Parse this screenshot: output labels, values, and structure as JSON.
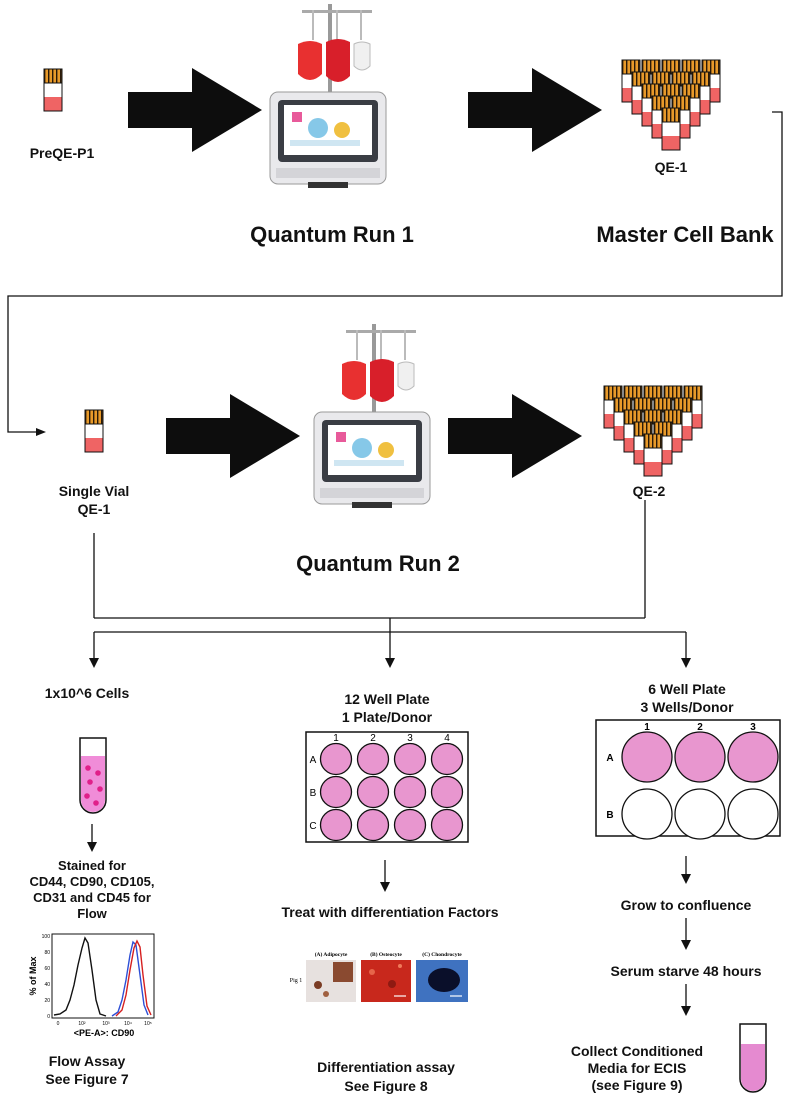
{
  "top_flow": {
    "source_vial_label": "PreQE-P1",
    "run_label": "Quantum Run 1",
    "bank_vials_label": "QE-1",
    "bank_label": "Master Cell Bank"
  },
  "second_flow": {
    "single_vial_line1": "Single Vial",
    "single_vial_line2": "QE-1",
    "run_label": "Quantum Run 2",
    "bank_vials_label": "QE-2"
  },
  "flow_branch": {
    "title": "1x10^6 Cells",
    "stained_lines": [
      "Stained for",
      "CD44, CD90, CD105,",
      "CD31 and CD45 for",
      "Flow"
    ],
    "histogram": {
      "ylabel": "% of Max",
      "xlabel": "<PE-A>: CD90",
      "y_ticks": [
        "100",
        "80",
        "60",
        "40",
        "20",
        "0"
      ],
      "x_ticks": [
        "0",
        "10²",
        "10³",
        "10⁴",
        "10⁵"
      ]
    },
    "footer_line1": "Flow Assay",
    "footer_line2": "See Figure 7"
  },
  "diff_branch": {
    "title_line1": "12 Well Plate",
    "title_line2": "1 Plate/Donor",
    "plate_cols": [
      "1",
      "2",
      "3",
      "4"
    ],
    "plate_rows": [
      "A",
      "B",
      "C"
    ],
    "treat_label": "Treat with differentiation Factors",
    "panels": [
      "(A) Adipocyte",
      "(B) Osteocyte",
      "(C) Chondrocyte"
    ],
    "pig_label": "Pig 1",
    "footer_line1": "Differentiation assay",
    "footer_line2": "See Figure 8"
  },
  "ecis_branch": {
    "title_line1": "6 Well Plate",
    "title_line2": "3 Wells/Donor",
    "plate_cols": [
      "1",
      "2",
      "3"
    ],
    "plate_rows": [
      "A",
      "B"
    ],
    "step1": "Grow to confluence",
    "step2": "Serum starve 48 hours",
    "footer_lines": [
      "Collect Conditioned",
      "Media for ECIS",
      "(see Figure 9)"
    ]
  },
  "colors": {
    "vial_cap": "#e89a2a",
    "vial_body": "#f4a6a6",
    "vial_red": "#e85a5a",
    "well_pink": "#e896cf",
    "dot_pink": "#e0208a",
    "tube_fill": "#e58ad0",
    "arrow": "#0d0d0d"
  }
}
